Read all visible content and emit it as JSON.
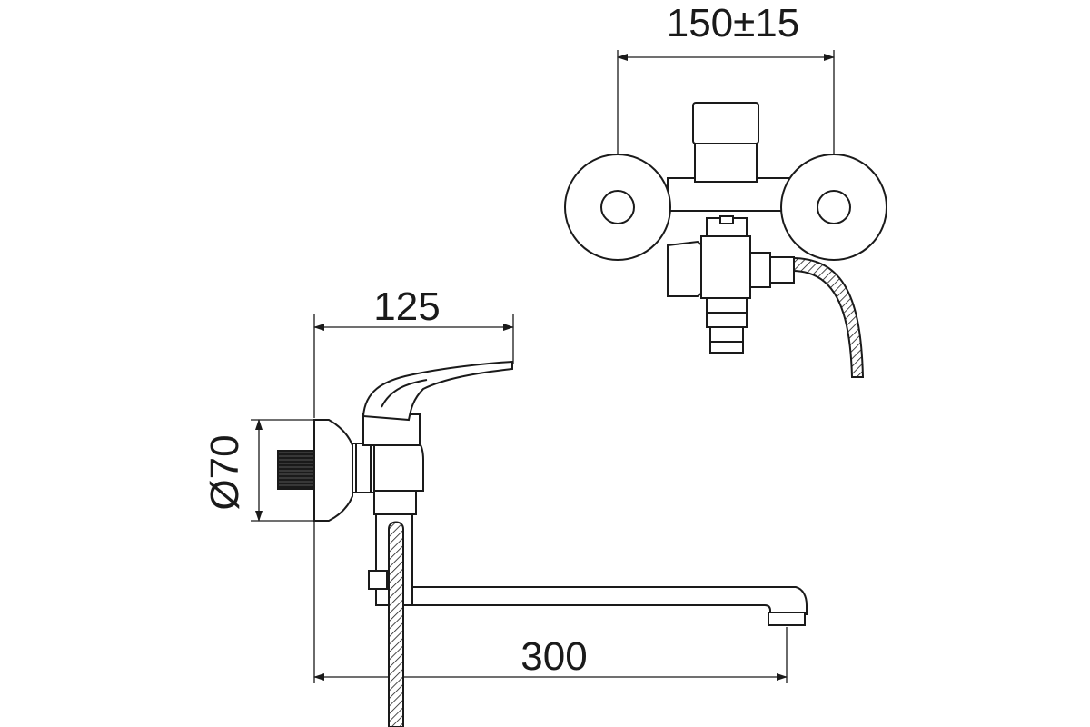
{
  "dimensions": {
    "center_spacing": "150±15",
    "spout_height": "125",
    "flange_diameter": "Ø70",
    "spout_length": "300"
  },
  "colors": {
    "line": "#1a1a1a",
    "background": "#ffffff"
  }
}
